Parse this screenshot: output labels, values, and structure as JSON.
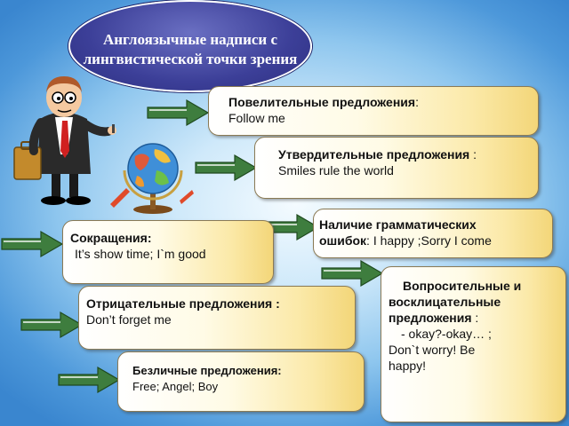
{
  "title": "Англоязычные надписи с лингвистической точки зрения",
  "boxes": {
    "imperative": {
      "heading": "Повелительные предложения",
      "sep": ":",
      "example": "Follow me"
    },
    "affirmative": {
      "heading": "Утвердительные предложения",
      "sep": " :",
      "example": "Smiles rule the world"
    },
    "grammar_errors": {
      "heading_1": "Наличие грамматических",
      "heading_2": "ошибок",
      "rest": ": I happy ;Sorry I come"
    },
    "abbreviations": {
      "heading": "Сокращения:",
      "example": "It’s show time; I`m good"
    },
    "negative": {
      "heading": "Отрицательные предложения :",
      "example": "Don’t forget me"
    },
    "interrogative": {
      "heading_1": "Вопросительные и",
      "heading_2": "восклицательные",
      "heading_3": "предложения",
      "sep": " :",
      "line_1": "- okay?-okay… ;",
      "bullet": "",
      "line_2a": "Don`t worry! Be",
      "line_2b": "happy!"
    },
    "impersonal": {
      "heading": "Безличные предложения:",
      "example": "Free; Angel; Boy"
    }
  },
  "colors": {
    "oval": "#3c3f98",
    "box_border": "#8a7a55",
    "box_fill_end": "#f3d679",
    "arrow_green": "#2e6b2e"
  }
}
